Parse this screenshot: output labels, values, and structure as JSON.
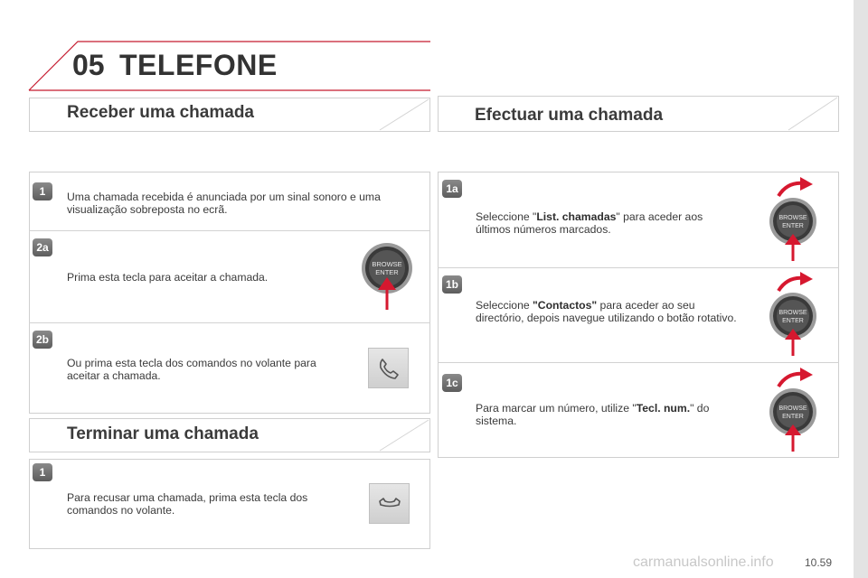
{
  "chapter": {
    "number": "05",
    "title": "TELEFONE"
  },
  "receive": {
    "title": "Receber uma chamada",
    "steps": [
      {
        "badge": "1",
        "text": "Uma chamada recebida é anunciada por um sinal sonoro e uma visualização sobreposta no ecrã."
      },
      {
        "badge": "2a",
        "text": "Prima esta tecla para aceitar a chamada."
      },
      {
        "badge": "2b",
        "text": "Ou prima esta tecla dos comandos no volante para aceitar a chamada."
      }
    ]
  },
  "end_call": {
    "title": "Terminar uma chamada",
    "steps": [
      {
        "badge": "1",
        "text": "Para recusar uma chamada, prima esta tecla dos comandos no volante."
      }
    ]
  },
  "make_call": {
    "title": "Efectuar uma chamada",
    "steps": [
      {
        "badge": "1a",
        "before": "Seleccione \"",
        "bold": "List. chamadas",
        "after": "\" para aceder aos últimos números marcados."
      },
      {
        "badge": "1b",
        "before": "Seleccione ",
        "bold": "\"Contactos\"",
        "after": " para aceder ao seu directório, depois navegue utilizando o botão rotativo."
      },
      {
        "badge": "1c",
        "before": "Para marcar um número, utilize \"",
        "bold": "Tecl. num.",
        "after": "\" do sistema."
      }
    ]
  },
  "knob": {
    "line1": "BROWSE",
    "line2": "ENTER"
  },
  "page_number": "10.59",
  "watermark": "carmanualsonline.info",
  "colors": {
    "accent_red": "#d6182f",
    "title_rule": "#c51a2e"
  }
}
